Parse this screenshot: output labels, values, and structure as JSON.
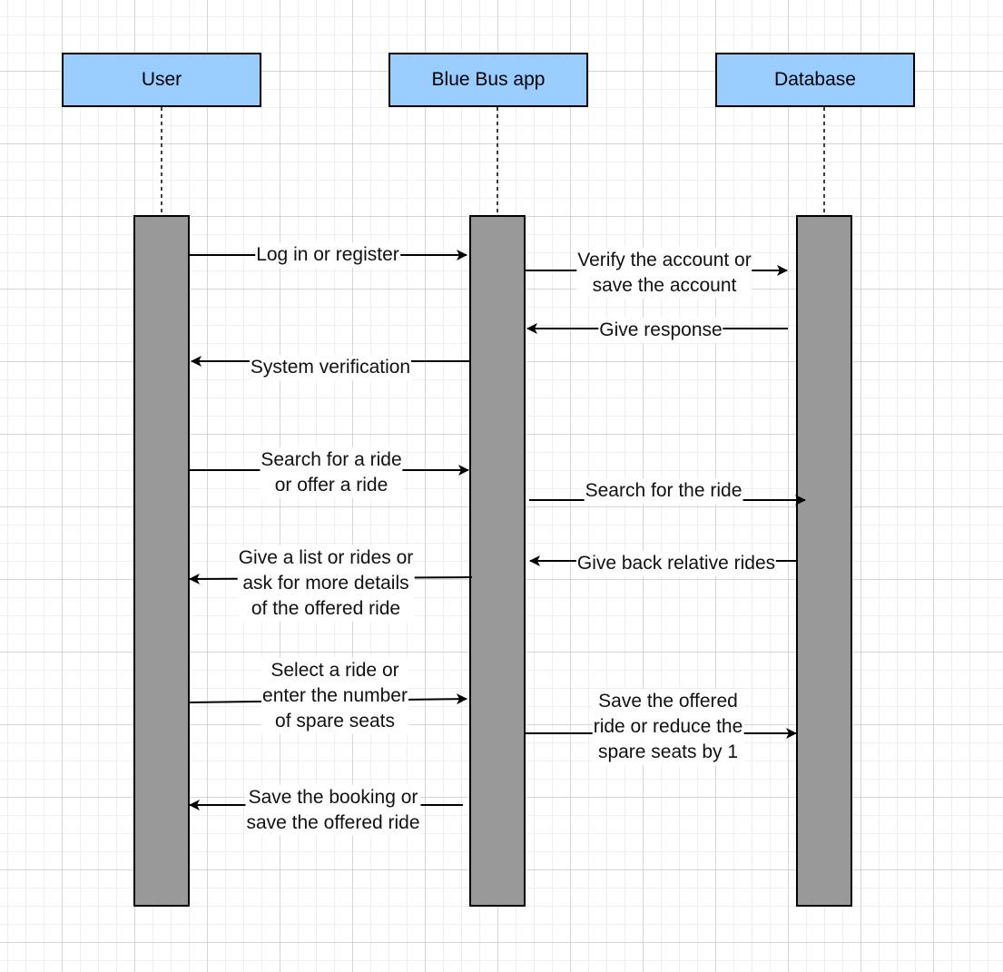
{
  "actors": [
    {
      "id": "user",
      "name": "User"
    },
    {
      "id": "app",
      "name": "Blue Bus app"
    },
    {
      "id": "db",
      "name": "Database"
    }
  ],
  "messages": [
    {
      "id": "m1",
      "from": "user",
      "to": "app",
      "text": "Log in or register"
    },
    {
      "id": "m2",
      "from": "app",
      "to": "db",
      "text": "Verify the account or\nsave the account"
    },
    {
      "id": "m3",
      "from": "db",
      "to": "app",
      "text": "Give response"
    },
    {
      "id": "m4",
      "from": "app",
      "to": "user",
      "text": "System verification"
    },
    {
      "id": "m5",
      "from": "user",
      "to": "app",
      "text": "Search for a ride\nor offer a ride"
    },
    {
      "id": "m6",
      "from": "app",
      "to": "db",
      "text": "Search for the ride"
    },
    {
      "id": "m7",
      "from": "db",
      "to": "app",
      "text": "Give back relative rides"
    },
    {
      "id": "m8",
      "from": "app",
      "to": "user",
      "text": "Give a list or rides or\nask for more details\nof the offered ride"
    },
    {
      "id": "m9",
      "from": "user",
      "to": "app",
      "text": "Select a ride or\nenter the number\nof spare seats"
    },
    {
      "id": "m10",
      "from": "app",
      "to": "db",
      "text": "Save the offered\nride or reduce the\nspare seats by 1"
    },
    {
      "id": "m11",
      "from": "app",
      "to": "user",
      "text": "Save the booking or\nsave the offered ride"
    }
  ],
  "colors": {
    "actor_fill": "#99ccff",
    "activation_fill": "#999999",
    "line": "#000000"
  }
}
